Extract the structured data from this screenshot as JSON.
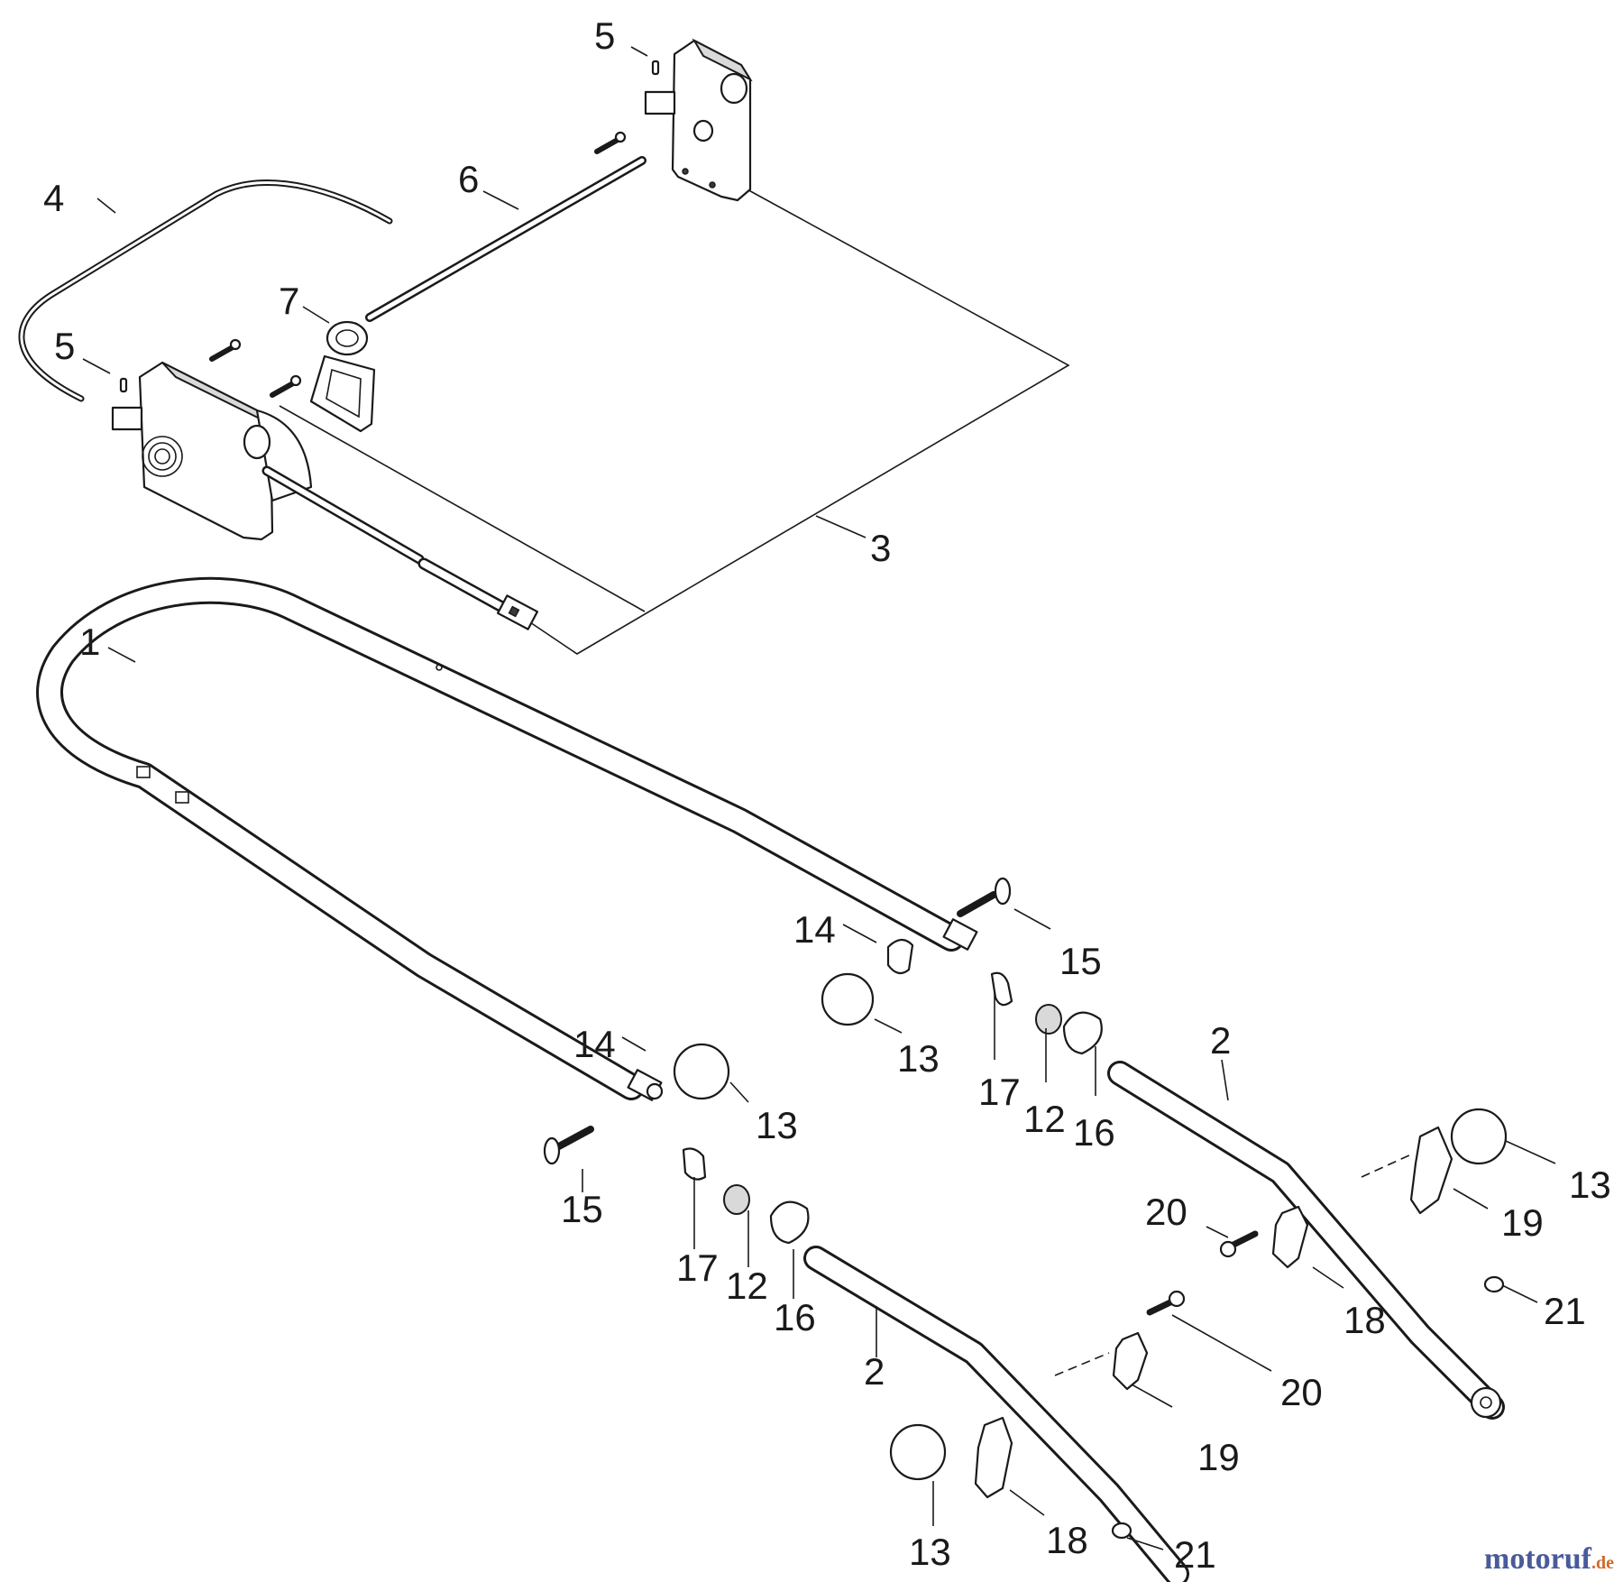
{
  "diagram": {
    "labels": {
      "l1": "1",
      "l2a": "2",
      "l2b": "2",
      "l3": "3",
      "l4": "4",
      "l5a": "5",
      "l5b": "5",
      "l6": "6",
      "l7": "7",
      "l12a": "12",
      "l12b": "12",
      "l13a": "13",
      "l13b": "13",
      "l13c": "13",
      "l13d": "13",
      "l14a": "14",
      "l14b": "14",
      "l15a": "15",
      "l15b": "15",
      "l16a": "16",
      "l16b": "16",
      "l17a": "17",
      "l17b": "17",
      "l18a": "18",
      "l18b": "18",
      "l19a": "19",
      "l19b": "19",
      "l20a": "20",
      "l20b": "20",
      "l21a": "21",
      "l21b": "21"
    }
  },
  "watermark": {
    "main": "motoruf",
    "suffix": ".de"
  }
}
